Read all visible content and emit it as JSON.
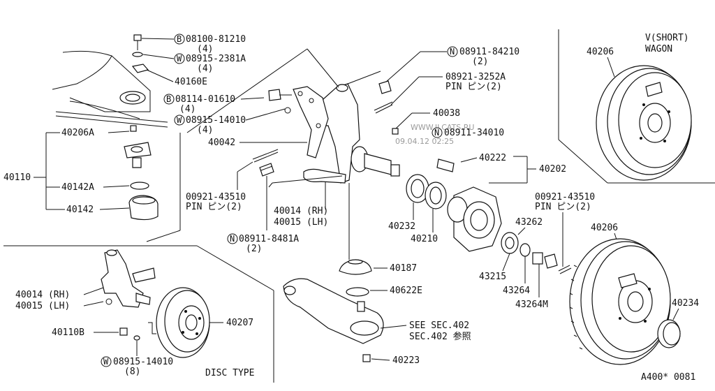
{
  "labels": {
    "bolt_08100": "08100-81210",
    "bolt_08100_qty": "(4)",
    "washer_08915_2381a": "08915-2381A",
    "washer_08915_2381a_qty": "(4)",
    "part_40160e": "40160E",
    "bolt_08114": "08114-01610",
    "bolt_08114_qty": "(4)",
    "washer_08915_14010": "08915-14010",
    "washer_08915_14010_qty": "(4)",
    "part_40042": "40042",
    "part_40206a": "40206A",
    "part_40110": "40110",
    "part_40142a": "40142A",
    "part_40142": "40142",
    "pin_00921_left": "00921-43510",
    "pin_00921_left_desc": "PIN ピン(2)",
    "part_40014_rh": "40014 (RH)",
    "part_40015_lh": "40015 (LH)",
    "nut_08911_8481a": "08911-8481A",
    "nut_08911_8481a_qty": "(2)",
    "nut_08911_84210": "08911-84210",
    "nut_08911_84210_qty": "(2)",
    "pin_08921": "08921-3252A",
    "pin_08921_desc": "PIN ピン(2)",
    "part_40038": "40038",
    "nut_08911_34010": "08911-34010",
    "part_40222": "40222",
    "part_40202": "40202",
    "part_40232": "40232",
    "part_40210": "40210",
    "part_40187": "40187",
    "part_40622e": "40622E",
    "see_sec": "SEE SEC.402",
    "sec_ref": "SEC.402 参照",
    "part_40223": "40223",
    "pin_00921_right": "00921-43510",
    "pin_00921_right_desc": "PIN ピン(2)",
    "part_43262": "43262",
    "part_43215": "43215",
    "part_43264": "43264",
    "part_43264m": "43264M",
    "part_40206_lower": "40206",
    "part_40234": "40234",
    "part_40206_upper": "40206",
    "variant_line1": "V(SHORT)",
    "variant_line2": "WAGON",
    "disc_40014_rh": "40014 (RH)",
    "disc_40015_lh": "40015 (LH)",
    "part_40207": "40207",
    "part_40110b": "40110B",
    "disc_washer": "08915-14010",
    "disc_washer_qty": "(8)",
    "disc_type": "DISC TYPE",
    "diagram_code": "A400* 0081",
    "watermark_line1": "WWW.ILCATS.RU",
    "watermark_line2": "09.04.12 02:25"
  },
  "markers": {
    "b": "B",
    "w": "W",
    "n": "N"
  }
}
